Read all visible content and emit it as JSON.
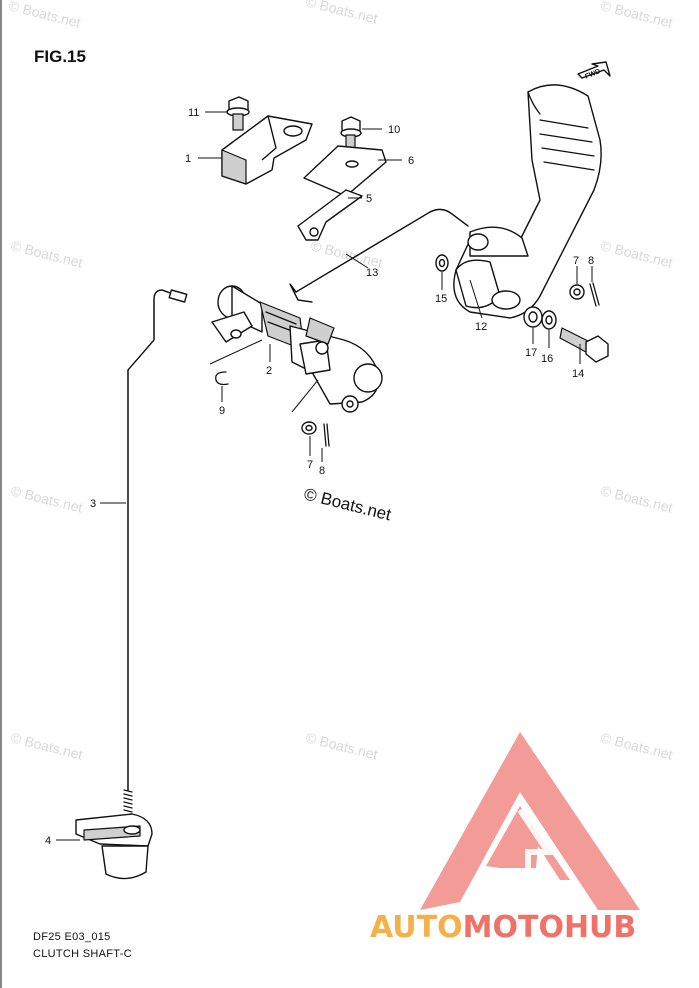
{
  "figure": {
    "title": "FIG.15",
    "model_code": "DF25 E03_015",
    "section_name": "CLUTCH SHAFT-C"
  },
  "watermark": {
    "text": "© Boats.net",
    "copyright": "© Boats.net"
  },
  "brand": {
    "part1": "AUTO",
    "part2": "MOTO",
    "part3": "HUB",
    "color_auto": "#f6b04a",
    "color_moto": "#ef7167",
    "color_hub": "#ef7167",
    "logo_color": "#f08a86"
  },
  "tiller_badge": "FWD",
  "callouts": [
    {
      "id": "11",
      "label": "11"
    },
    {
      "id": "10",
      "label": "10"
    },
    {
      "id": "1",
      "label": "1"
    },
    {
      "id": "6",
      "label": "6"
    },
    {
      "id": "5",
      "label": "5"
    },
    {
      "id": "13",
      "label": "13"
    },
    {
      "id": "15",
      "label": "15"
    },
    {
      "id": "12",
      "label": "12"
    },
    {
      "id": "7a",
      "label": "7"
    },
    {
      "id": "8a",
      "label": "8"
    },
    {
      "id": "17",
      "label": "17"
    },
    {
      "id": "16",
      "label": "16"
    },
    {
      "id": "14",
      "label": "14"
    },
    {
      "id": "2",
      "label": "2"
    },
    {
      "id": "9",
      "label": "9"
    },
    {
      "id": "7b",
      "label": "7"
    },
    {
      "id": "8b",
      "label": "8"
    },
    {
      "id": "3",
      "label": "3"
    },
    {
      "id": "4",
      "label": "4"
    }
  ]
}
